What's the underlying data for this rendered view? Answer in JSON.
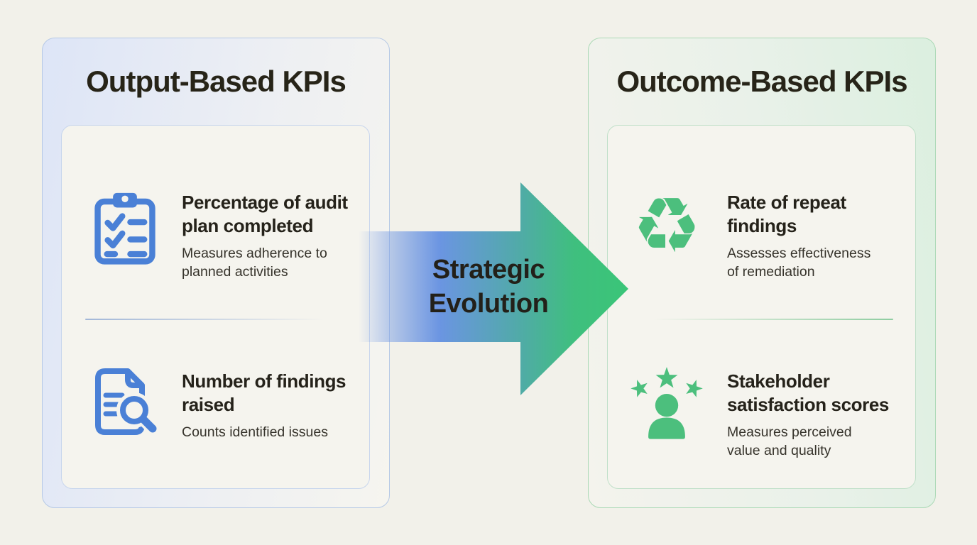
{
  "colors": {
    "icon_blue": "#4a80d6",
    "icon_green": "#4cbf7d",
    "arrow_blue": "#6b95e2",
    "arrow_green": "#3ac578",
    "background": "#f2f1ea"
  },
  "left_panel": {
    "title": "Output-Based KPIs",
    "items": [
      {
        "icon": "clipboard-checklist",
        "title": "Percentage of audit\nplan completed",
        "description": "Measures adherence to\nplanned activities"
      },
      {
        "icon": "document-search",
        "title": "Number of findings\nraised",
        "description": "Counts identified issues"
      }
    ]
  },
  "arrow": {
    "label": "Strategic\nEvolution"
  },
  "right_panel": {
    "title": "Outcome-Based KPIs",
    "items": [
      {
        "icon": "recycle",
        "icon_glyph": "♻",
        "title": "Rate of repeat\nfindings",
        "description": "Assesses effectiveness\nof remediation"
      },
      {
        "icon": "person-stars",
        "title": "Stakeholder\nsatisfaction scores",
        "description": "Measures perceived\nvalue and quality"
      }
    ]
  }
}
